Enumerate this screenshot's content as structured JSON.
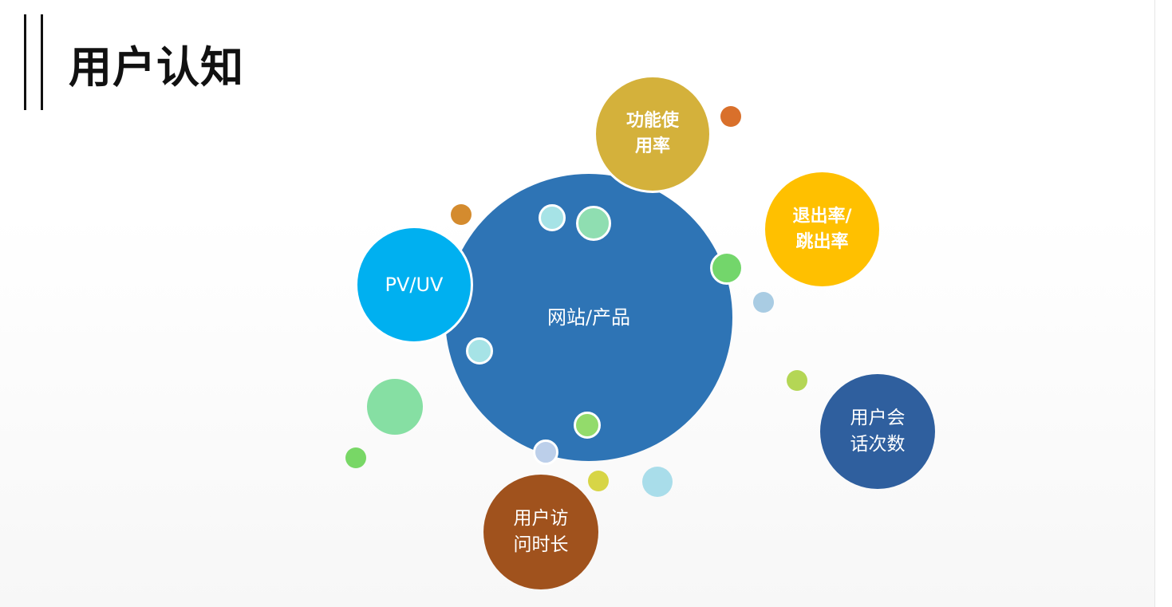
{
  "title": "用户认知",
  "diagram": {
    "center": {
      "label": "网站/产品",
      "color": "#2E74B5"
    },
    "nodes": [
      {
        "id": "pvuv",
        "label": "PV/UV",
        "color": "#00B0F0"
      },
      {
        "id": "usage",
        "label": "功能使\n用率",
        "color": "#D4B13B"
      },
      {
        "id": "bounce",
        "label": "退出率/\n跳出率",
        "color": "#FFC000"
      },
      {
        "id": "sessions",
        "label": "用户会\n话次数",
        "color": "#2F5F9E"
      },
      {
        "id": "duration",
        "label": "用户访\n问时长",
        "color": "#A0521D"
      }
    ]
  }
}
